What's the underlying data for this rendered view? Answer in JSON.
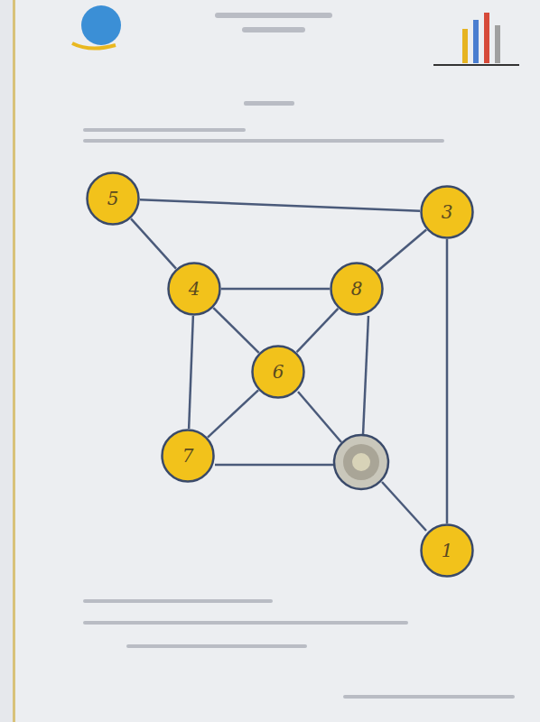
{
  "diagram": {
    "nodes": [
      {
        "text": [
          "5"
        ]
      },
      {
        "text": [
          "3"
        ]
      },
      {
        "text": [
          "4"
        ]
      },
      {
        "text": [
          "8"
        ]
      },
      {
        "text": [
          "6"
        ]
      },
      {
        "text": [
          "7"
        ]
      },
      {
        "text": [
          "1"
        ]
      }
    ],
    "edges": [
      {
        "from": 0,
        "to": 1,
        "arrow": "none"
      },
      {
        "from": 0,
        "to": 2,
        "arrow": "none"
      },
      {
        "from": 1,
        "to": 3,
        "arrow": "none"
      },
      {
        "from": 1,
        "to": 6,
        "arrow": "none"
      },
      {
        "from": 2,
        "to": 3,
        "arrow": "none"
      },
      {
        "from": 2,
        "to": 5,
        "arrow": "none"
      },
      {
        "from": 2,
        "to": 4,
        "arrow": "none"
      },
      {
        "from": 3,
        "to": 4,
        "arrow": "none"
      },
      {
        "from": 4,
        "to": 5,
        "arrow": "none"
      }
    ]
  }
}
